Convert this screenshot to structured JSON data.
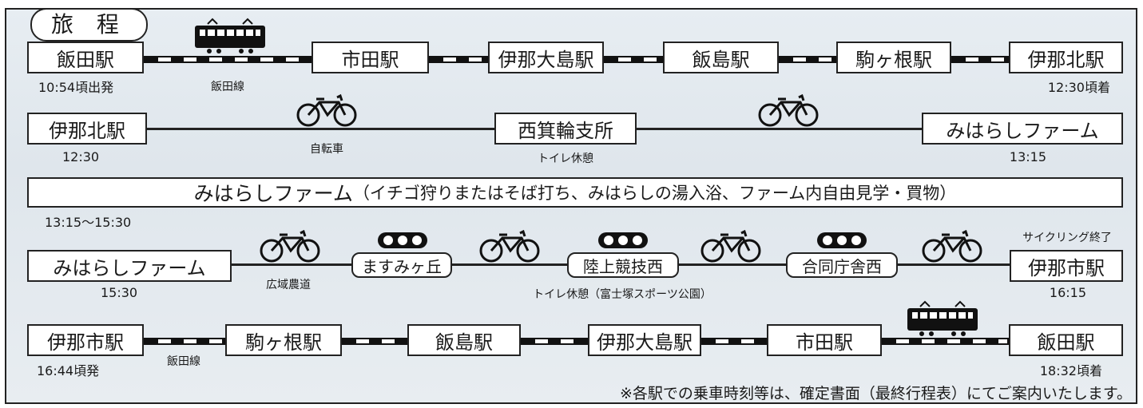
{
  "title": "旅 程",
  "row1": {
    "stations": [
      "飯田駅",
      "市田駅",
      "伊那大島駅",
      "飯島駅",
      "駒ヶ根駅",
      "伊那北駅"
    ],
    "depart_time": "10:54頃出発",
    "line_name": "飯田線",
    "arrive_time": "12:30頃着"
  },
  "row2": {
    "start": "伊那北駅",
    "start_time": "12:30",
    "mid": "西箕輪支所",
    "mid_note": "トイレ休憩",
    "end": "みはらしファーム",
    "end_time": "13:15",
    "mode": "自転車"
  },
  "row3": {
    "main": "みはらしファーム",
    "detail": "（イチゴ狩りまたはそば打ち、みはらしの湯入浴、ファーム内自由見学・買物）",
    "time": "13:15〜15:30"
  },
  "row4": {
    "start": "みはらしファーム",
    "start_time": "15:30",
    "road": "広域農道",
    "signals": [
      "ますみヶ丘",
      "陸上競技西",
      "合同庁舎西"
    ],
    "note": "トイレ休憩（富士塚スポーツ公園）",
    "end_caption": "サイクリング終了",
    "end": "伊那市駅",
    "end_time": "16:15"
  },
  "row5": {
    "stations": [
      "伊那市駅",
      "駒ヶ根駅",
      "飯島駅",
      "伊那大島駅",
      "市田駅",
      "飯田駅"
    ],
    "depart_time": "16:44頃発",
    "line_name": "飯田線",
    "arrive_time": "18:32頃着"
  },
  "footnote": "※各駅での乗車時刻等は、確定書面（最終行程表）にてご案内いたします。",
  "icons": {
    "train": "train-icon",
    "bicycle": "bicycle-icon",
    "traffic": "traffic-light-icon"
  },
  "colors": {
    "frame_bg": "#e3e9ee",
    "ink": "#1a1a1a"
  }
}
